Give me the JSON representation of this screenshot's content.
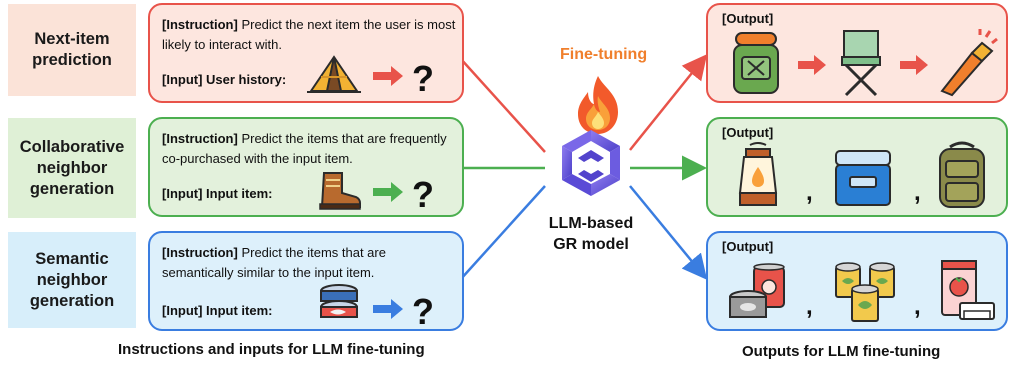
{
  "tasks": [
    {
      "label": "Next-item\nprediction",
      "instruction_tag": "[Instruction]",
      "instruction": "Predict the next item the user is most likely to interact with.",
      "input_label": "[Input] User history:",
      "qmark": "?",
      "output_label": "[Output]",
      "colors": {
        "border": "#e8534a",
        "fill": "#fde6df",
        "label_bg": "#fbe3d8",
        "arrow": "#e8534a"
      }
    },
    {
      "label": "Collaborative\nneighbor\ngeneration",
      "instruction_tag": "[Instruction]",
      "instruction": "Predict the items that are frequently co-purchased with the input item.",
      "input_label": "[Input] Input item:",
      "qmark": "?",
      "output_label": "[Output]",
      "colors": {
        "border": "#4caf50",
        "fill": "#e3f1dc",
        "label_bg": "#dff0d6",
        "arrow": "#4caf50"
      }
    },
    {
      "label": "Semantic\nneighbor\ngeneration",
      "instruction_tag": "[Instruction]",
      "instruction": "Predict the items that are semantically similar to the input item.",
      "input_label": "[Input] Input item:",
      "qmark": "?",
      "output_label": "[Output]",
      "colors": {
        "border": "#3a7de0",
        "fill": "#ddf0fb",
        "label_bg": "#d7eefa",
        "arrow": "#3a7de0"
      }
    }
  ],
  "center": {
    "finetune_label": "Fine-tuning",
    "model_label": "LLM-based\nGR model",
    "finetune_color": "#f07f2c"
  },
  "output_commas": [
    ",",
    ","
  ],
  "captions": {
    "left": "Instructions and inputs for LLM fine-tuning",
    "right": "Outputs for LLM fine-tuning"
  },
  "icons": {
    "task1_input": "tent-icon",
    "task1_outputs": [
      "backpack-icon",
      "camping-chair-icon",
      "flashlight-icon"
    ],
    "task2_input": "boot-icon",
    "task2_outputs": [
      "lantern-icon",
      "cooler-box-icon",
      "backpack-icon"
    ],
    "task3_input": "canned-fish-icon",
    "task3_outputs": [
      "canned-food-icon",
      "canned-vegetables-icon",
      "tomato-sauce-icon"
    ],
    "center": [
      "flame-icon",
      "model-logo-icon"
    ]
  }
}
